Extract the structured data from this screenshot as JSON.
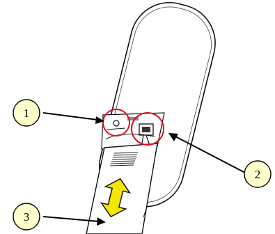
{
  "callouts": [
    {
      "label": "1"
    },
    {
      "label": "2"
    },
    {
      "label": "3"
    }
  ],
  "colors": {
    "callout_fill": "#ffffcc",
    "highlight_circle": "#e0101e",
    "arrow_fill": "#f5e600",
    "outline": "#111111",
    "device_body": "#ffffff"
  }
}
